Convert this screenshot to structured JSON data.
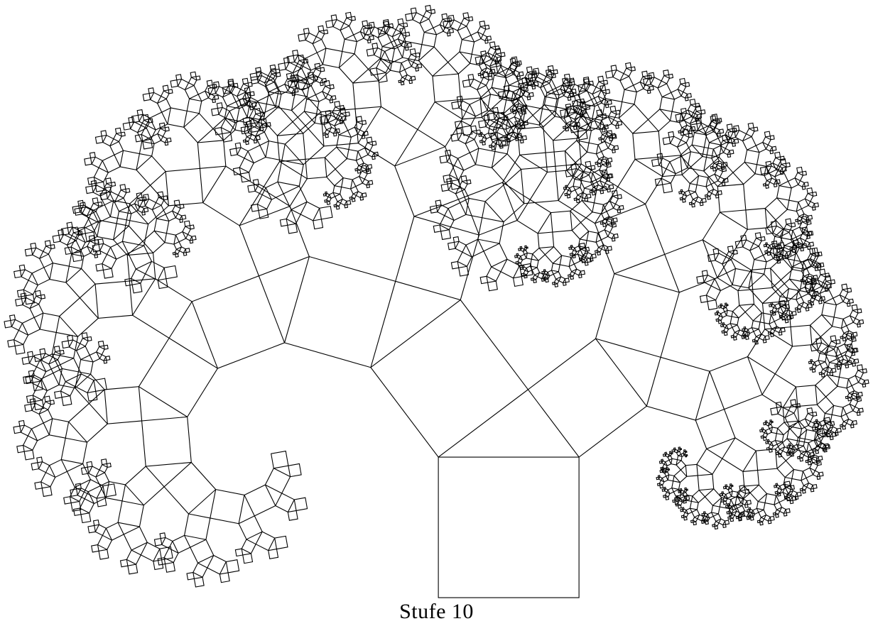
{
  "figure": {
    "caption": "Stufe 10",
    "recursion_depth": 10,
    "branch_angle_deg": 37,
    "line_color": "#000000",
    "background_color": "#ffffff"
  }
}
